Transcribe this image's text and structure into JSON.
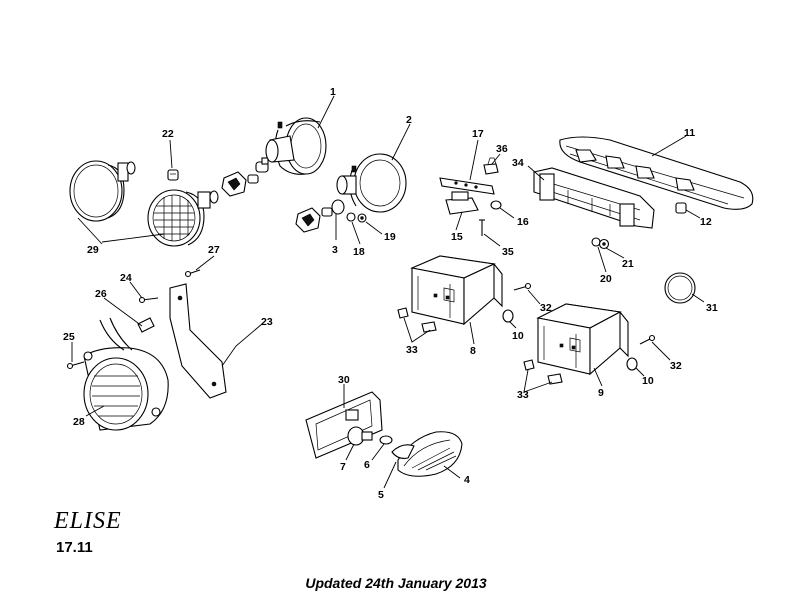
{
  "diagram": {
    "parts": [
      {
        "id": "p1",
        "number": "1"
      },
      {
        "id": "p2",
        "number": "2"
      },
      {
        "id": "p3",
        "number": "3"
      },
      {
        "id": "p4",
        "number": "4"
      },
      {
        "id": "p5",
        "number": "5"
      },
      {
        "id": "p6",
        "number": "6"
      },
      {
        "id": "p7",
        "number": "7"
      },
      {
        "id": "p8",
        "number": "8"
      },
      {
        "id": "p9",
        "number": "9"
      },
      {
        "id": "p10a",
        "number": "10"
      },
      {
        "id": "p10b",
        "number": "10"
      },
      {
        "id": "p11",
        "number": "11"
      },
      {
        "id": "p12",
        "number": "12"
      },
      {
        "id": "p15",
        "number": "15"
      },
      {
        "id": "p16",
        "number": "16"
      },
      {
        "id": "p17",
        "number": "17"
      },
      {
        "id": "p18",
        "number": "18"
      },
      {
        "id": "p19",
        "number": "19"
      },
      {
        "id": "p20",
        "number": "20"
      },
      {
        "id": "p21",
        "number": "21"
      },
      {
        "id": "p22",
        "number": "22"
      },
      {
        "id": "p23",
        "number": "23"
      },
      {
        "id": "p24",
        "number": "24"
      },
      {
        "id": "p25",
        "number": "25"
      },
      {
        "id": "p26",
        "number": "26"
      },
      {
        "id": "p27",
        "number": "27"
      },
      {
        "id": "p28",
        "number": "28"
      },
      {
        "id": "p29",
        "number": "29"
      },
      {
        "id": "p30",
        "number": "30"
      },
      {
        "id": "p31",
        "number": "31"
      },
      {
        "id": "p32a",
        "number": "32"
      },
      {
        "id": "p32b",
        "number": "32"
      },
      {
        "id": "p33a",
        "number": "33"
      },
      {
        "id": "p33b",
        "number": "33"
      },
      {
        "id": "p34",
        "number": "34"
      },
      {
        "id": "p35",
        "number": "35"
      },
      {
        "id": "p36",
        "number": "36"
      }
    ]
  },
  "footer": {
    "logo_text": "ELISE",
    "section_number": "17.11",
    "updated_note": "Updated 24th January 2013"
  }
}
